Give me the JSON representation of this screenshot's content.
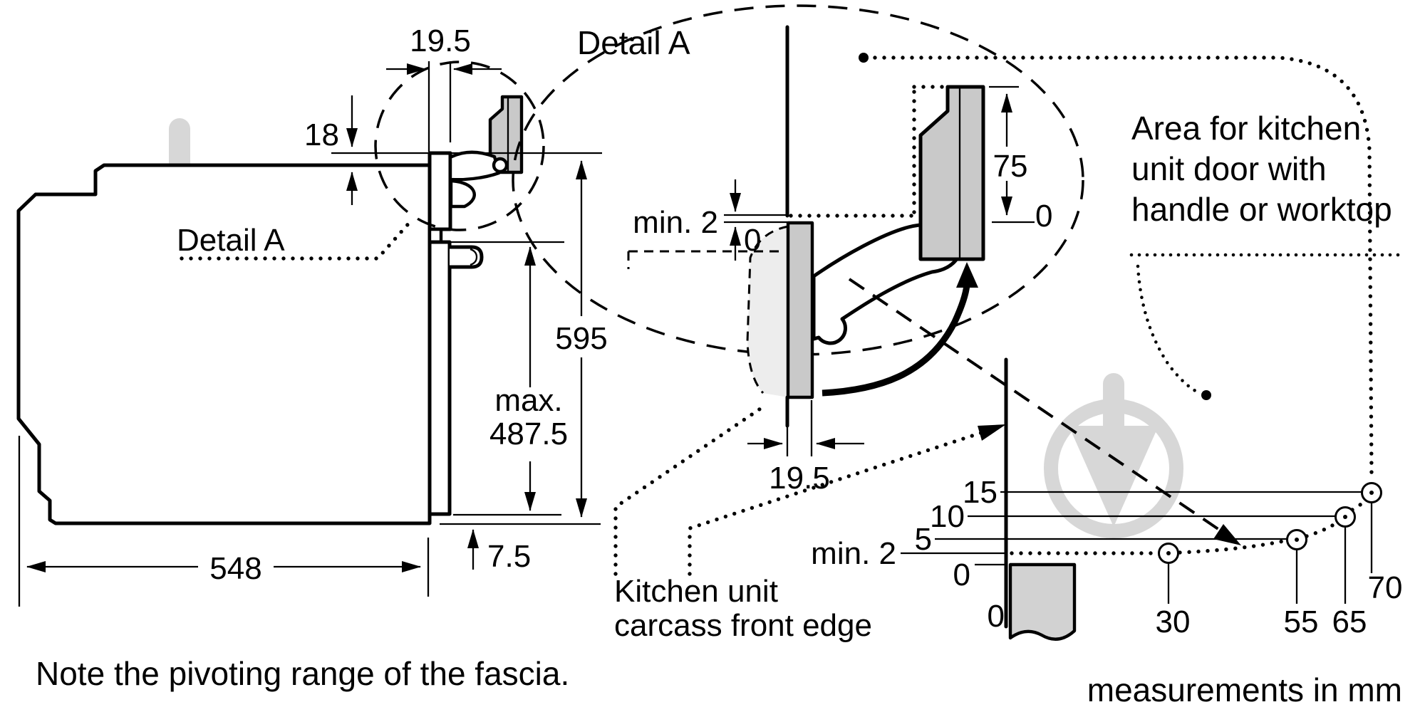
{
  "left_view": {
    "dim_top_gap": "19.5",
    "dim_fascia_offset": "18",
    "detail_label": "Detail A",
    "dim_height": "595",
    "dim_max_prefix": "max.",
    "dim_max_value": "487.5",
    "dim_bottom_gap": "7.5",
    "dim_depth": "548",
    "note": "Note the pivoting range of the fascia."
  },
  "detail_a": {
    "title": "Detail A",
    "dim_min_gap": "min. 2",
    "zero_top": "0",
    "dim_door_overlap": "75",
    "zero_door": "0",
    "dim_fascia_thickness": "19.5"
  },
  "annotations": {
    "area_note_line1": "Area for kitchen",
    "area_note_line2": "unit door with",
    "area_note_line3": "handle or worktop",
    "carcass_note_line1": "Kitchen unit",
    "carcass_note_line2": "carcass front edge",
    "units_note": "measurements in mm"
  },
  "graph": {
    "y_labels": [
      "15",
      "10",
      "5",
      "min. 2",
      "0"
    ],
    "x_origin_label": "0",
    "x_labels": [
      "30",
      "55",
      "65",
      "70"
    ],
    "curve_points": [
      {
        "door_projection_mm": 30,
        "gap_mm": 2
      },
      {
        "door_projection_mm": 55,
        "gap_mm": 5
      },
      {
        "door_projection_mm": 65,
        "gap_mm": 10
      },
      {
        "door_projection_mm": 70,
        "gap_mm": 15
      }
    ]
  },
  "colors": {
    "line": "#000000",
    "panel_gray": "#c9c9c9",
    "shade_gray": "#ededed",
    "watermark_gray": "#d7d7d7",
    "background": "#ffffff"
  }
}
